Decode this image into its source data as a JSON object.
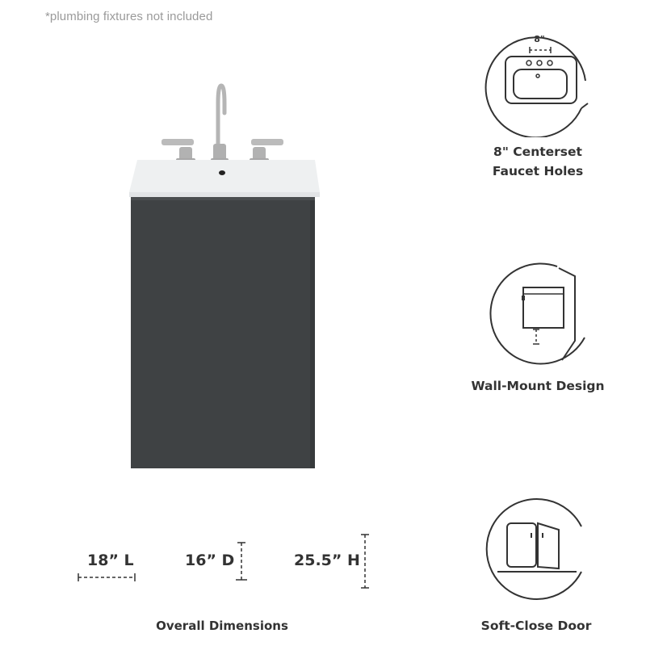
{
  "note": "*plumbing fixtures not included",
  "features": [
    {
      "icon": "faucet-holes-icon",
      "lines": [
        "8\" Centerset",
        "Faucet Holes"
      ],
      "icon_label": "8\""
    },
    {
      "icon": "wall-mount-icon",
      "lines": [
        "Wall-Mount Design"
      ]
    },
    {
      "icon": "soft-close-door-icon",
      "lines": [
        "Soft-Close Door"
      ]
    }
  ],
  "dimensions": {
    "length": "18” L",
    "depth": "16” D",
    "height": "25.5” H",
    "caption": "Overall Dimensions"
  },
  "colors": {
    "cabinet": "#3f4244",
    "sink_top": "#eef0f1",
    "faucet": "#b5b5b5",
    "icon_stroke": "#333333",
    "note_text": "#9a9a9a"
  }
}
